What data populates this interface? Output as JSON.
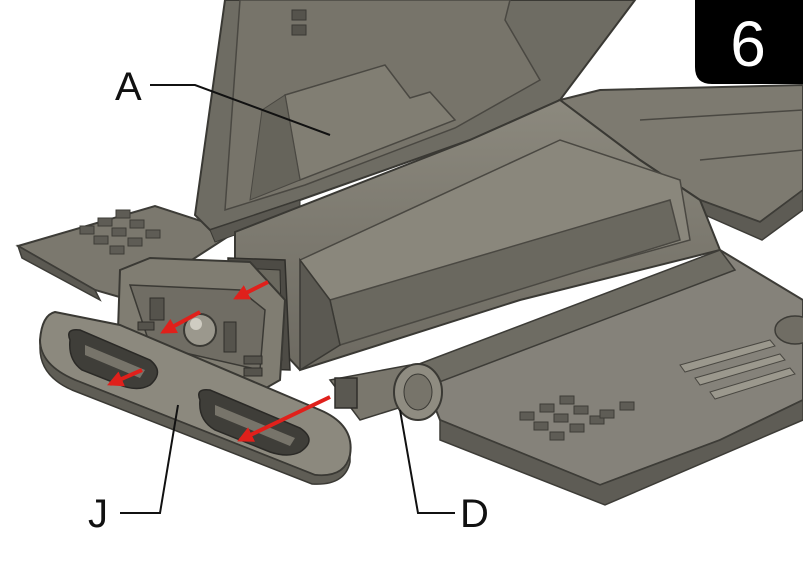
{
  "step": {
    "number": "6"
  },
  "callouts": {
    "a": "A",
    "j": "J",
    "d": "D"
  },
  "colors": {
    "part_dark": "#5f5d55",
    "part_mid": "#7a776d",
    "part_light": "#9a978c",
    "part_edge": "#3a3934",
    "arrow": "#e0201b",
    "badge": "#000000"
  }
}
